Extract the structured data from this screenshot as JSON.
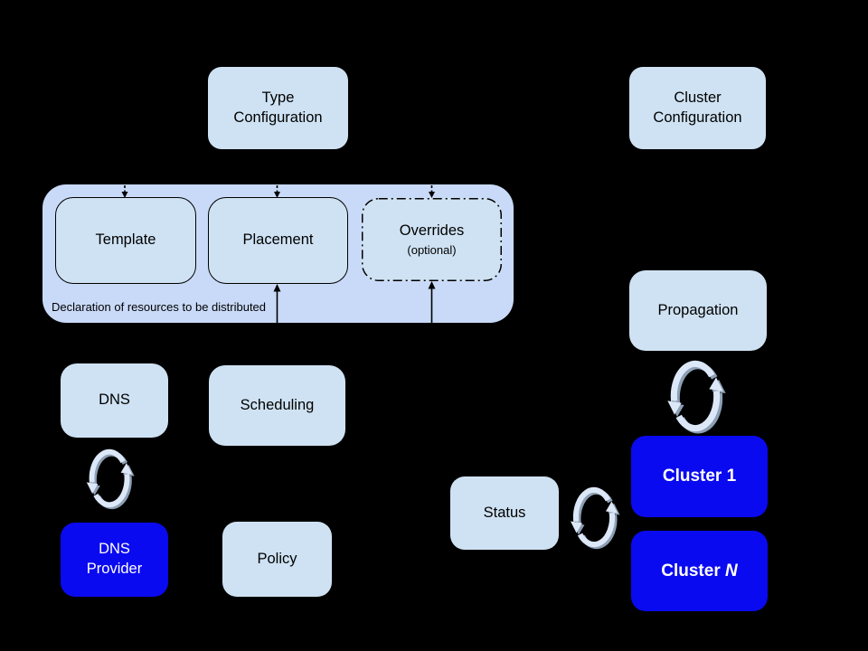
{
  "colors": {
    "background": "#000000",
    "group-fill": "#c9daf8",
    "box-fill": "#cfe2f3",
    "highlight-fill": "#0a0af0",
    "box-text": "#000000",
    "highlight-text": "#ffffff",
    "line": "#000000",
    "sync-light": "#dce8f8",
    "sync-shadow": "#8d9fb5"
  },
  "nodes": {
    "type_configuration": {
      "label": "Type\nConfiguration"
    },
    "cluster_configuration": {
      "label": "Cluster\nConfiguration"
    },
    "template": {
      "label": "Template"
    },
    "placement": {
      "label": "Placement"
    },
    "overrides": {
      "label": "Overrides",
      "sublabel": "(optional)"
    },
    "dns": {
      "label": "DNS"
    },
    "scheduling": {
      "label": "Scheduling"
    },
    "propagation": {
      "label": "Propagation"
    },
    "dns_provider": {
      "label": "DNS\nProvider"
    },
    "policy": {
      "label": "Policy"
    },
    "status": {
      "label": "Status"
    },
    "cluster_1": {
      "label": "Cluster 1"
    },
    "cluster_n": {
      "prefix": "Cluster ",
      "italic": "N"
    }
  },
  "group": {
    "caption": "Declaration of resources to be distributed"
  },
  "icons": {
    "sync": "circular-refresh-arrows"
  },
  "edges": [
    {
      "target": "template",
      "style": "dashed",
      "direction": "into-top"
    },
    {
      "target": "placement",
      "style": "dashed",
      "direction": "into-top"
    },
    {
      "target": "overrides",
      "style": "dashed",
      "direction": "into-top"
    },
    {
      "target": "placement",
      "style": "solid",
      "direction": "into-bottom"
    },
    {
      "target": "overrides",
      "style": "solid",
      "direction": "into-bottom"
    }
  ],
  "sync_links": [
    {
      "between": [
        "dns",
        "dns_provider"
      ]
    },
    {
      "between": [
        "propagation",
        "cluster_1"
      ]
    },
    {
      "between": [
        "status",
        "cluster_1"
      ]
    }
  ]
}
